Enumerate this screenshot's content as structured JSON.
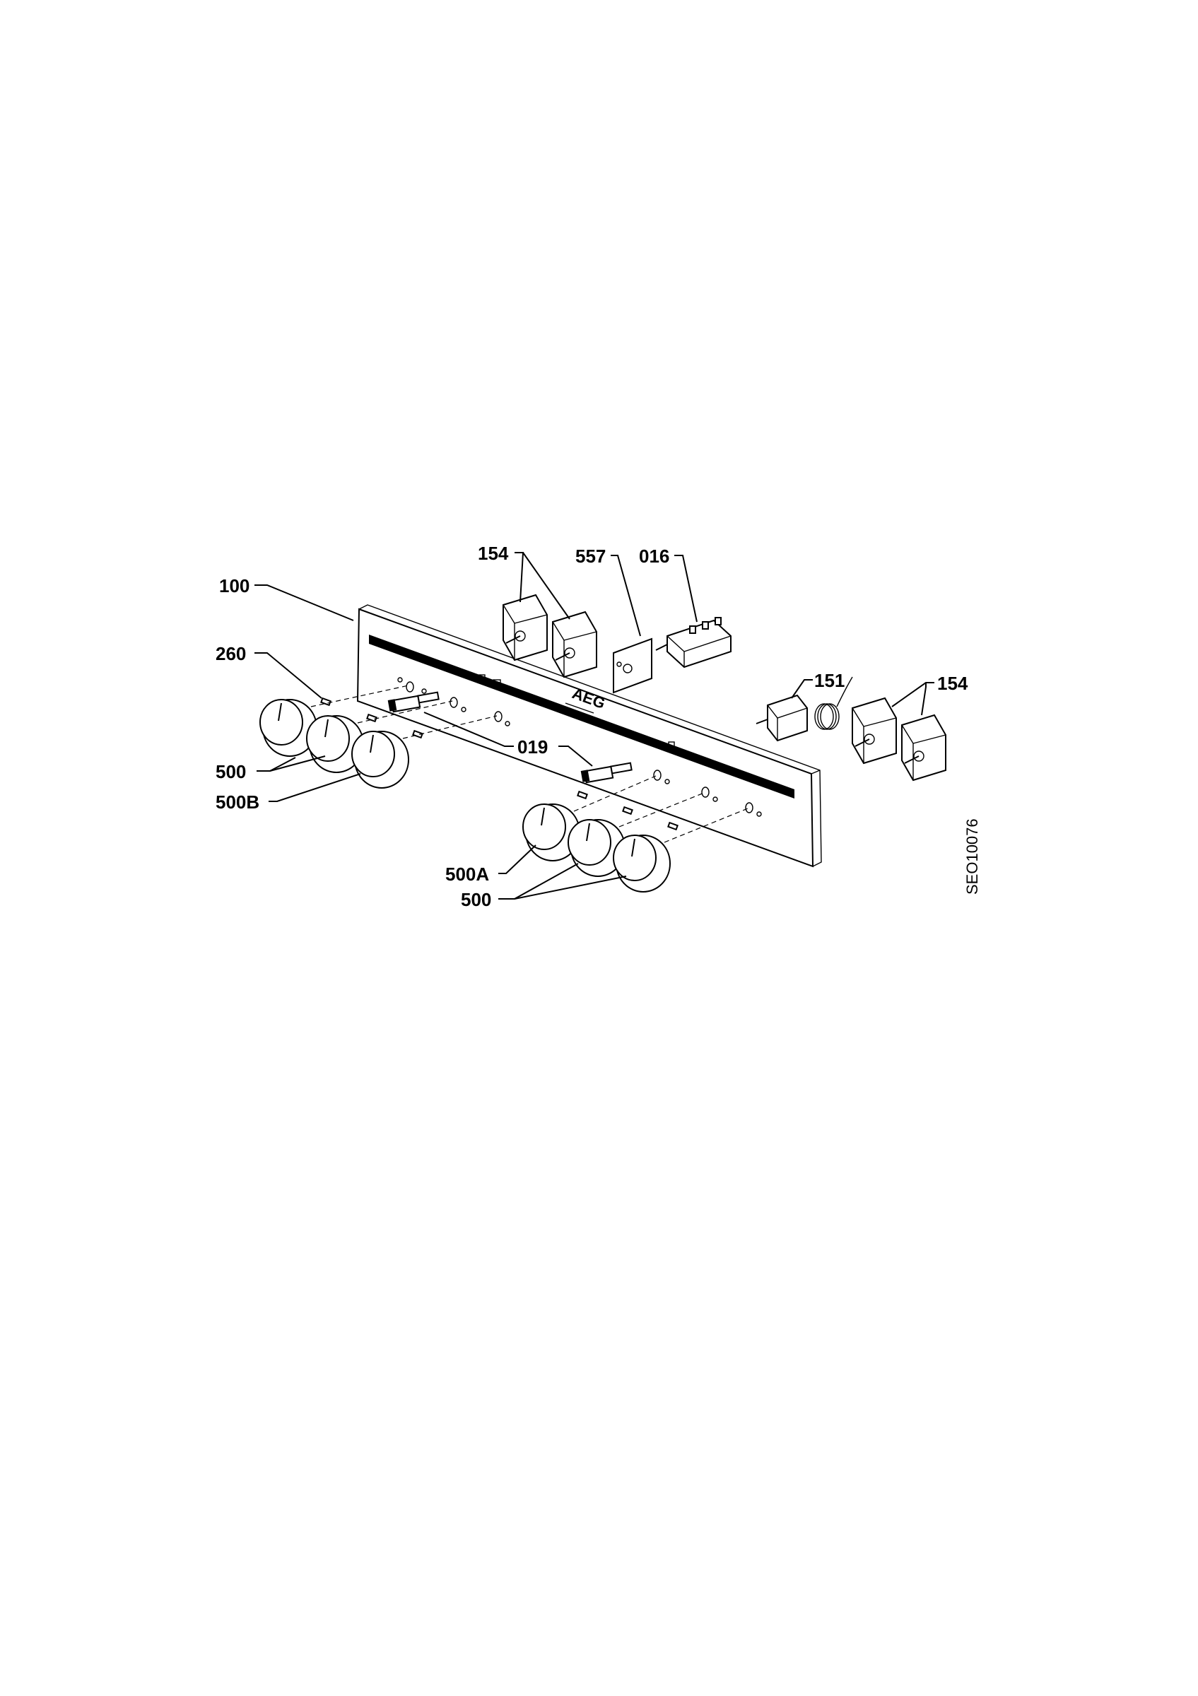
{
  "labels": {
    "l100": "100",
    "l260": "260",
    "l154a": "154",
    "l557": "557",
    "l016": "016",
    "l151": "151",
    "l154b": "154",
    "l019": "019",
    "l500a": "500",
    "l500b": "500B",
    "l500A": "500A",
    "l500c": "500"
  },
  "logo_text": "AEG",
  "drawing_code": "SEO10076"
}
